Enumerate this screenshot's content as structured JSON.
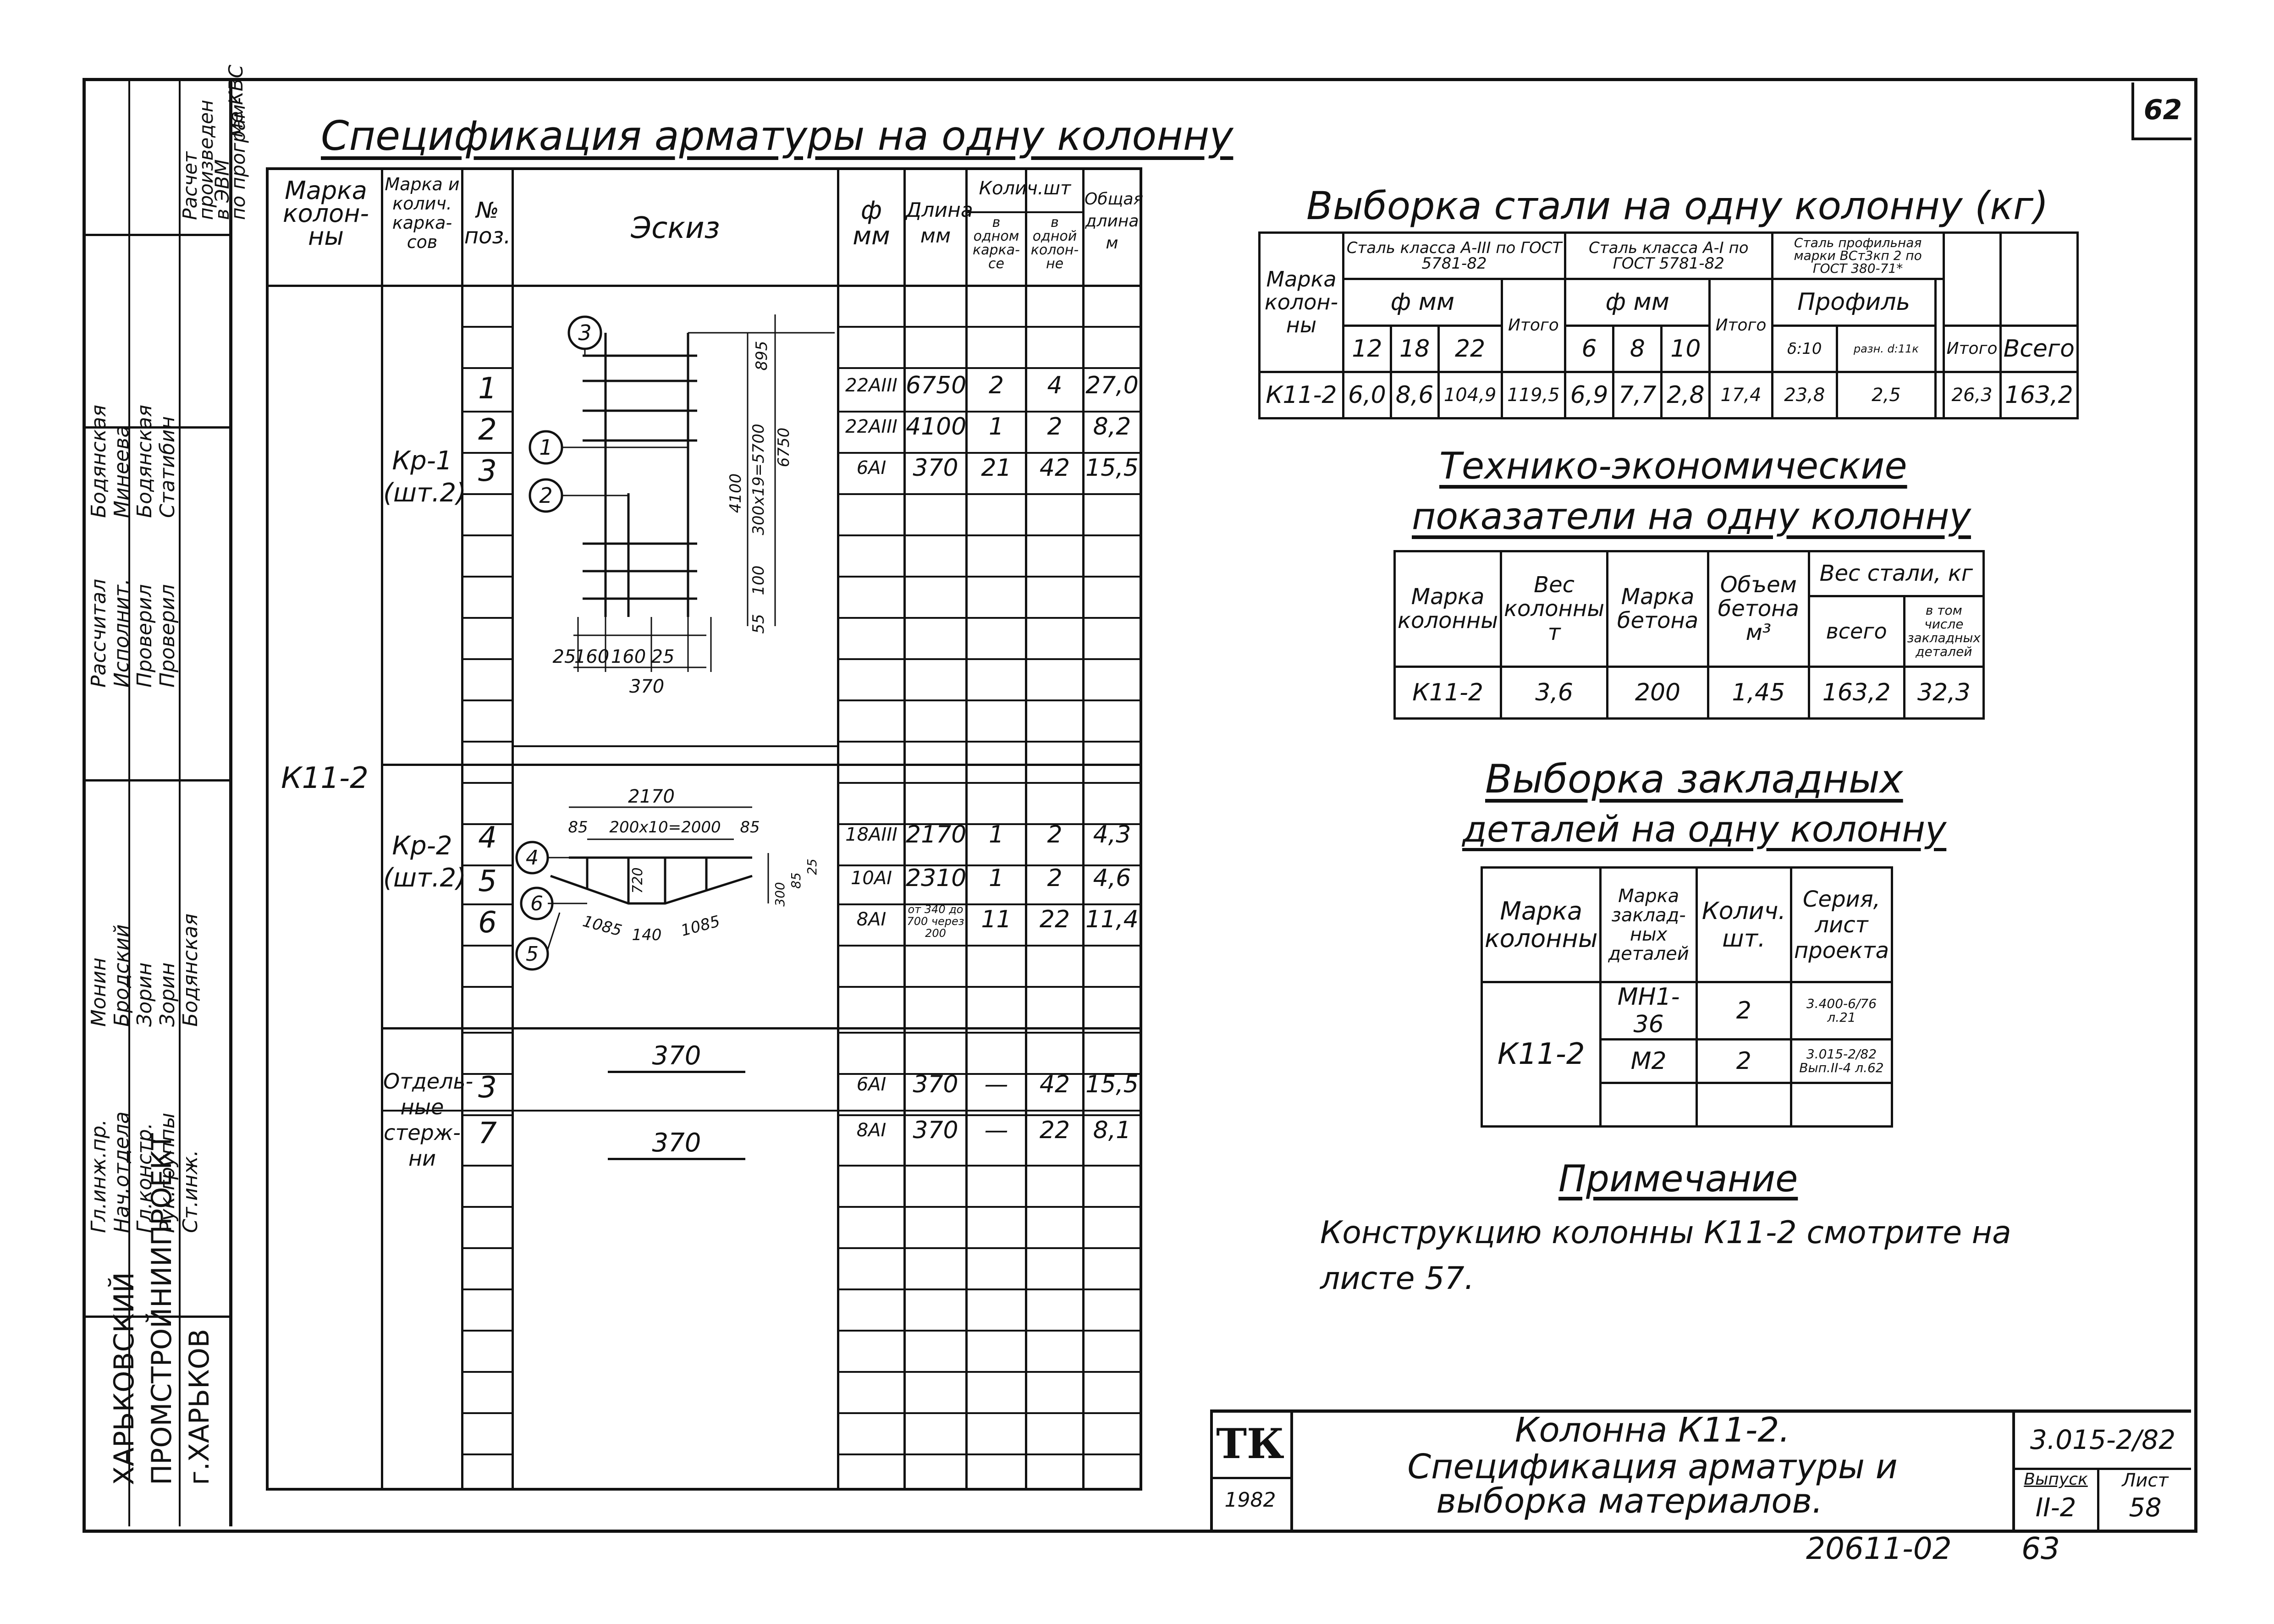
{
  "sheet": {
    "page_number": "62",
    "org_lines": [
      "ХАРЬКОВСКИЙ",
      "ПРОМСТРОЙНИИПРОЕКТ",
      "г.ХАРЬКОВ"
    ],
    "roles": [
      "Гл.инж.пр.",
      "Нач.отдела",
      "Гл.констр.",
      "Рук.группы",
      "Ст.инж."
    ],
    "names": [
      "Монин",
      "Бродский",
      "Зорин",
      "Зорин",
      "Бодянская"
    ],
    "roles2": [
      "Рассчитал",
      "Исполнит.",
      "Проверил",
      "Проверил"
    ],
    "names2": [
      "Бодянская",
      "Минеева",
      "Бодянская",
      "Статибин"
    ],
    "calc_note": [
      "Расчет",
      "произведен",
      "в ЭВМ",
      "по програм-",
      "ме КВС"
    ]
  },
  "spec": {
    "title": "Спецификация арматуры на одну колонну",
    "headers": {
      "mark_col": "Марка колон-ны",
      "mark_cage": "Марка и колич. карка-сов",
      "pos": "№ поз.",
      "sketch": "Эскиз",
      "dia": "ф мм",
      "len": "Длина мм",
      "qty": "Колич.шт",
      "qty_cage": "в одном карка-се",
      "qty_col": "в одной колон-не",
      "total": "Общая длина м"
    },
    "column_mark": "К11-2",
    "groups": [
      {
        "label": "Кр-1 (шт.2)",
        "rows": [
          {
            "pos": "1",
            "dia": "22АIII",
            "len": "6750",
            "q1": "2",
            "q2": "4",
            "total": "27,0"
          },
          {
            "pos": "2",
            "dia": "22АIII",
            "len": "4100",
            "q1": "1",
            "q2": "2",
            "total": "8,2"
          },
          {
            "pos": "3",
            "dia": "6АI",
            "len": "370",
            "q1": "21",
            "q2": "42",
            "total": "15,5"
          }
        ]
      },
      {
        "label": "Кр-2 (шт.2)",
        "rows": [
          {
            "pos": "4",
            "dia": "18АIII",
            "len": "2170",
            "q1": "1",
            "q2": "2",
            "total": "4,3"
          },
          {
            "pos": "5",
            "dia": "10АI",
            "len": "2310",
            "q1": "1",
            "q2": "2",
            "total": "4,6"
          },
          {
            "pos": "6",
            "dia": "8АI",
            "len": "от 340 до 700 через 200",
            "q1": "11",
            "q2": "22",
            "total": "11,4"
          }
        ]
      },
      {
        "label": "Отдель-ные стерж-ни",
        "rows": [
          {
            "pos": "3",
            "dia": "6АI",
            "len": "370",
            "q1": "—",
            "q2": "42",
            "total": "15,5"
          },
          {
            "pos": "7",
            "dia": "8АI",
            "len": "370",
            "q1": "—",
            "q2": "22",
            "total": "8,1"
          }
        ]
      }
    ],
    "sketch1": {
      "dims_h": [
        "25",
        "160",
        "160",
        "25"
      ],
      "total_w": "370",
      "dims_v": [
        "895",
        "6750",
        "300x19=5700",
        "4100",
        "100",
        "55"
      ],
      "callouts": [
        "1",
        "2",
        "3"
      ]
    },
    "sketch2": {
      "top": "2170",
      "inner": "200x10=2000",
      "left": "85",
      "right": "85",
      "bottom": [
        "1085",
        "140",
        "1085"
      ],
      "mid": "720",
      "side": "300",
      "side2": "85",
      "side3": "25",
      "callouts": [
        "4",
        "5",
        "6"
      ]
    },
    "sketch3": {
      "len1": "370",
      "len2": "370"
    }
  },
  "steel": {
    "title": "Выборка стали на одну колонну (кг)",
    "h_class3": "Сталь класса А-III по ГОСТ 5781-82",
    "h_class1": "Сталь класса А-I по ГОСТ 5781-82",
    "h_prof": "Сталь профильная марки ВСт3кп 2 по ГОСТ 380-71*",
    "mark": "Марка колон-ны",
    "phi": "ф мм",
    "profile": "Профиль",
    "itogo": "Итого",
    "total": "Всего",
    "cols3": [
      "12",
      "18",
      "22"
    ],
    "cols1": [
      "6",
      "8",
      "10"
    ],
    "colsp": [
      "δ:10",
      "разн. d:11к"
    ],
    "row": [
      "К11-2",
      "6,0",
      "8,6",
      "104,9",
      "119,5",
      "6,9",
      "7,7",
      "2,8",
      "17,4",
      "23,8",
      "2,5",
      "",
      "26,3",
      "163,2"
    ]
  },
  "tech": {
    "title1": "Технико-экономические",
    "title2": "показатели на одну колонну",
    "h": [
      "Марка колонны",
      "Вес колонны т",
      "Марка бетона",
      "Объем бетона м³",
      "Вес стали, кг",
      "всего",
      "в том числе закладных деталей"
    ],
    "row": [
      "К11-2",
      "3,6",
      "200",
      "1,45",
      "163,2",
      "32,3"
    ]
  },
  "embed": {
    "title1": "Выборка закладных",
    "title2": "деталей на одну колонну",
    "h": [
      "Марка колонны",
      "Марка заклад-ных деталей",
      "Колич. шт.",
      "Серия, лист проекта"
    ],
    "mark": "К11-2",
    "rows": [
      {
        "m": "МН1-36",
        "q": "2",
        "s": "3.400-6/76 л.21"
      },
      {
        "m": "М2",
        "q": "2",
        "s": "3.015-2/82 Вып.II-4 л.62"
      }
    ]
  },
  "note": {
    "title": "Примечание",
    "text1": "Конструкцию колонны К11-2 смотрите на",
    "text2": "листе 57."
  },
  "titleblock": {
    "tk": "ТК",
    "year": "1982",
    "name1": "Колонна К11-2.",
    "name2": "Спецификация арматуры и",
    "name3": "выборка материалов.",
    "code": "3.015-2/82",
    "vyp_label": "Выпуск",
    "vyp": "II-2",
    "list_label": "Лист",
    "list": "58"
  },
  "footer": {
    "code": "20611-02",
    "num": "63"
  }
}
